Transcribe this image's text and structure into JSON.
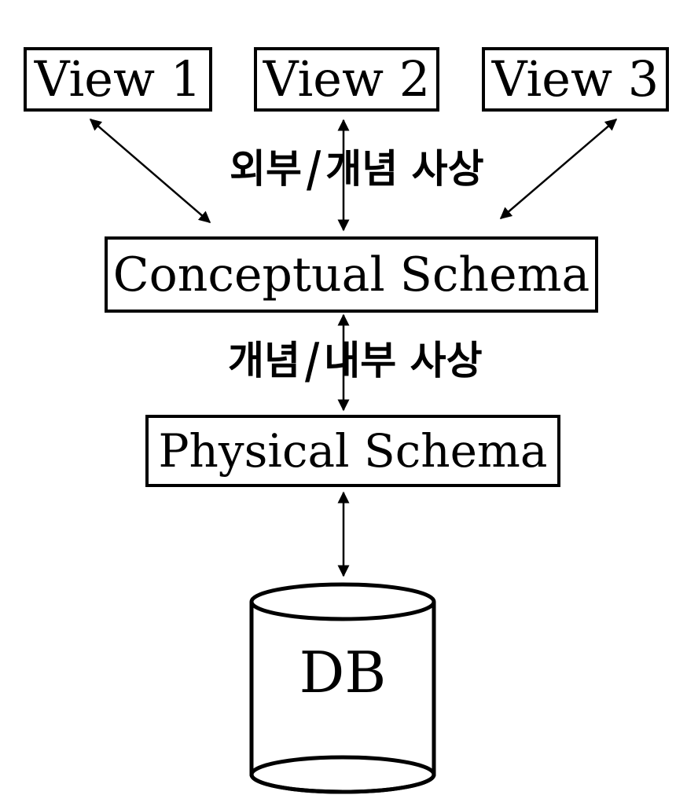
{
  "diagram": {
    "views": [
      {
        "id": "view1",
        "label": "View 1"
      },
      {
        "id": "view2",
        "label": "View 2"
      },
      {
        "id": "view3",
        "label": "View 3"
      }
    ],
    "conceptual_schema": {
      "label": "Conceptual Schema"
    },
    "physical_schema": {
      "label": "Physical Schema"
    },
    "database": {
      "label": "DB"
    },
    "mappings": {
      "external_conceptual": {
        "left": "외부",
        "separator": "/",
        "right": "개념 사상"
      },
      "conceptual_internal": {
        "left": "개념",
        "separator": "/",
        "right": "내부 사상"
      }
    },
    "colors": {
      "stroke": "#000000",
      "background": "#ffffff"
    }
  }
}
